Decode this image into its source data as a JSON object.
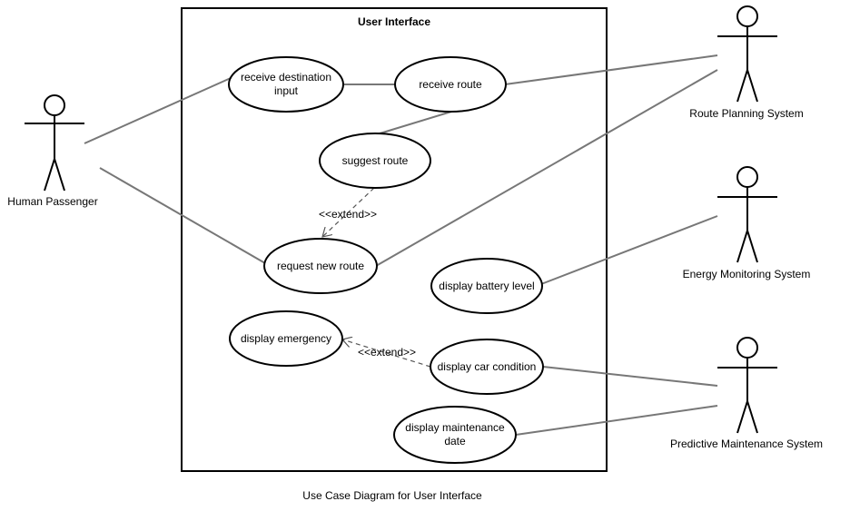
{
  "system": {
    "title": "User Interface"
  },
  "caption": "Use Case Diagram for User Interface",
  "actors": {
    "human_passenger": "Human Passenger",
    "route_planning": "Route Planning System",
    "energy_monitoring": "Energy Monitoring System",
    "predictive_maintenance": "Predictive Maintenance System"
  },
  "use_cases": {
    "receive_destination": [
      "receive destination",
      "input"
    ],
    "receive_route": "receive route",
    "suggest_route": "suggest route",
    "request_new_route": "request new route",
    "display_battery": "display battery level",
    "display_emergency": "display emergency",
    "display_car_condition": "display car condition",
    "display_maintenance": [
      "display maintenance",
      "date"
    ]
  },
  "relations": {
    "extend_1": "<<extend>>",
    "extend_2": "<<extend>>"
  }
}
